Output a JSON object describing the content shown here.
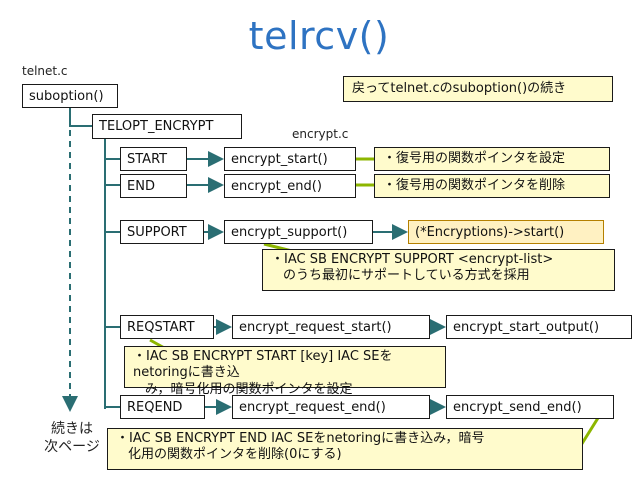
{
  "title": "telrcv()",
  "labels": {
    "telnet_c": "telnet.c",
    "encrypt_c": "encrypt.c",
    "next_page_1": "続きは",
    "next_page_2": "次ページ"
  },
  "boxes": {
    "suboption": "suboption()",
    "telopt_encrypt": "TELOPT_ENCRYPT",
    "start": "START",
    "end": "END",
    "support": "SUPPORT",
    "reqstart": "REQSTART",
    "reqend": "REQEND",
    "encrypt_start": "encrypt_start()",
    "encrypt_end": "encrypt_end()",
    "encrypt_support": "encrypt_support()",
    "encrypt_request_start": "encrypt_request_start()",
    "encrypt_request_end": "encrypt_request_end()",
    "encrypt_start_output": "encrypt_start_output()",
    "encrypt_send_end": "encrypt_send_end()",
    "encryptions_start": "(*Encryptions)->start()"
  },
  "notes": {
    "return": "戻ってtelnet.cのsuboption()の続き",
    "start_note": "・復号用の関数ポインタを設定",
    "end_note": "・復号用の関数ポインタを削除",
    "support_note_1": "・IAC SB ENCRYPT SUPPORT <encrypt-list>",
    "support_note_2": "のうち最初にサポートしている方式を採用",
    "reqstart_note_1": "・IAC SB ENCRYPT START [key] IAC SEをnetoringに書き込",
    "reqstart_note_2": "み，暗号化用の関数ポインタを設定",
    "reqend_note_1": "・IAC SB ENCRYPT END IAC SEをnetoringに書き込み，暗号",
    "reqend_note_2": "化用の関数ポインタを削除(0にする)"
  },
  "colors": {
    "title": "#2e73c2",
    "connector": "#2a6e73",
    "note_fill": "#fffbcc",
    "highlight_fill": "#fff1c2",
    "highlight_border": "#b58000",
    "callout_line": "#8db600"
  }
}
